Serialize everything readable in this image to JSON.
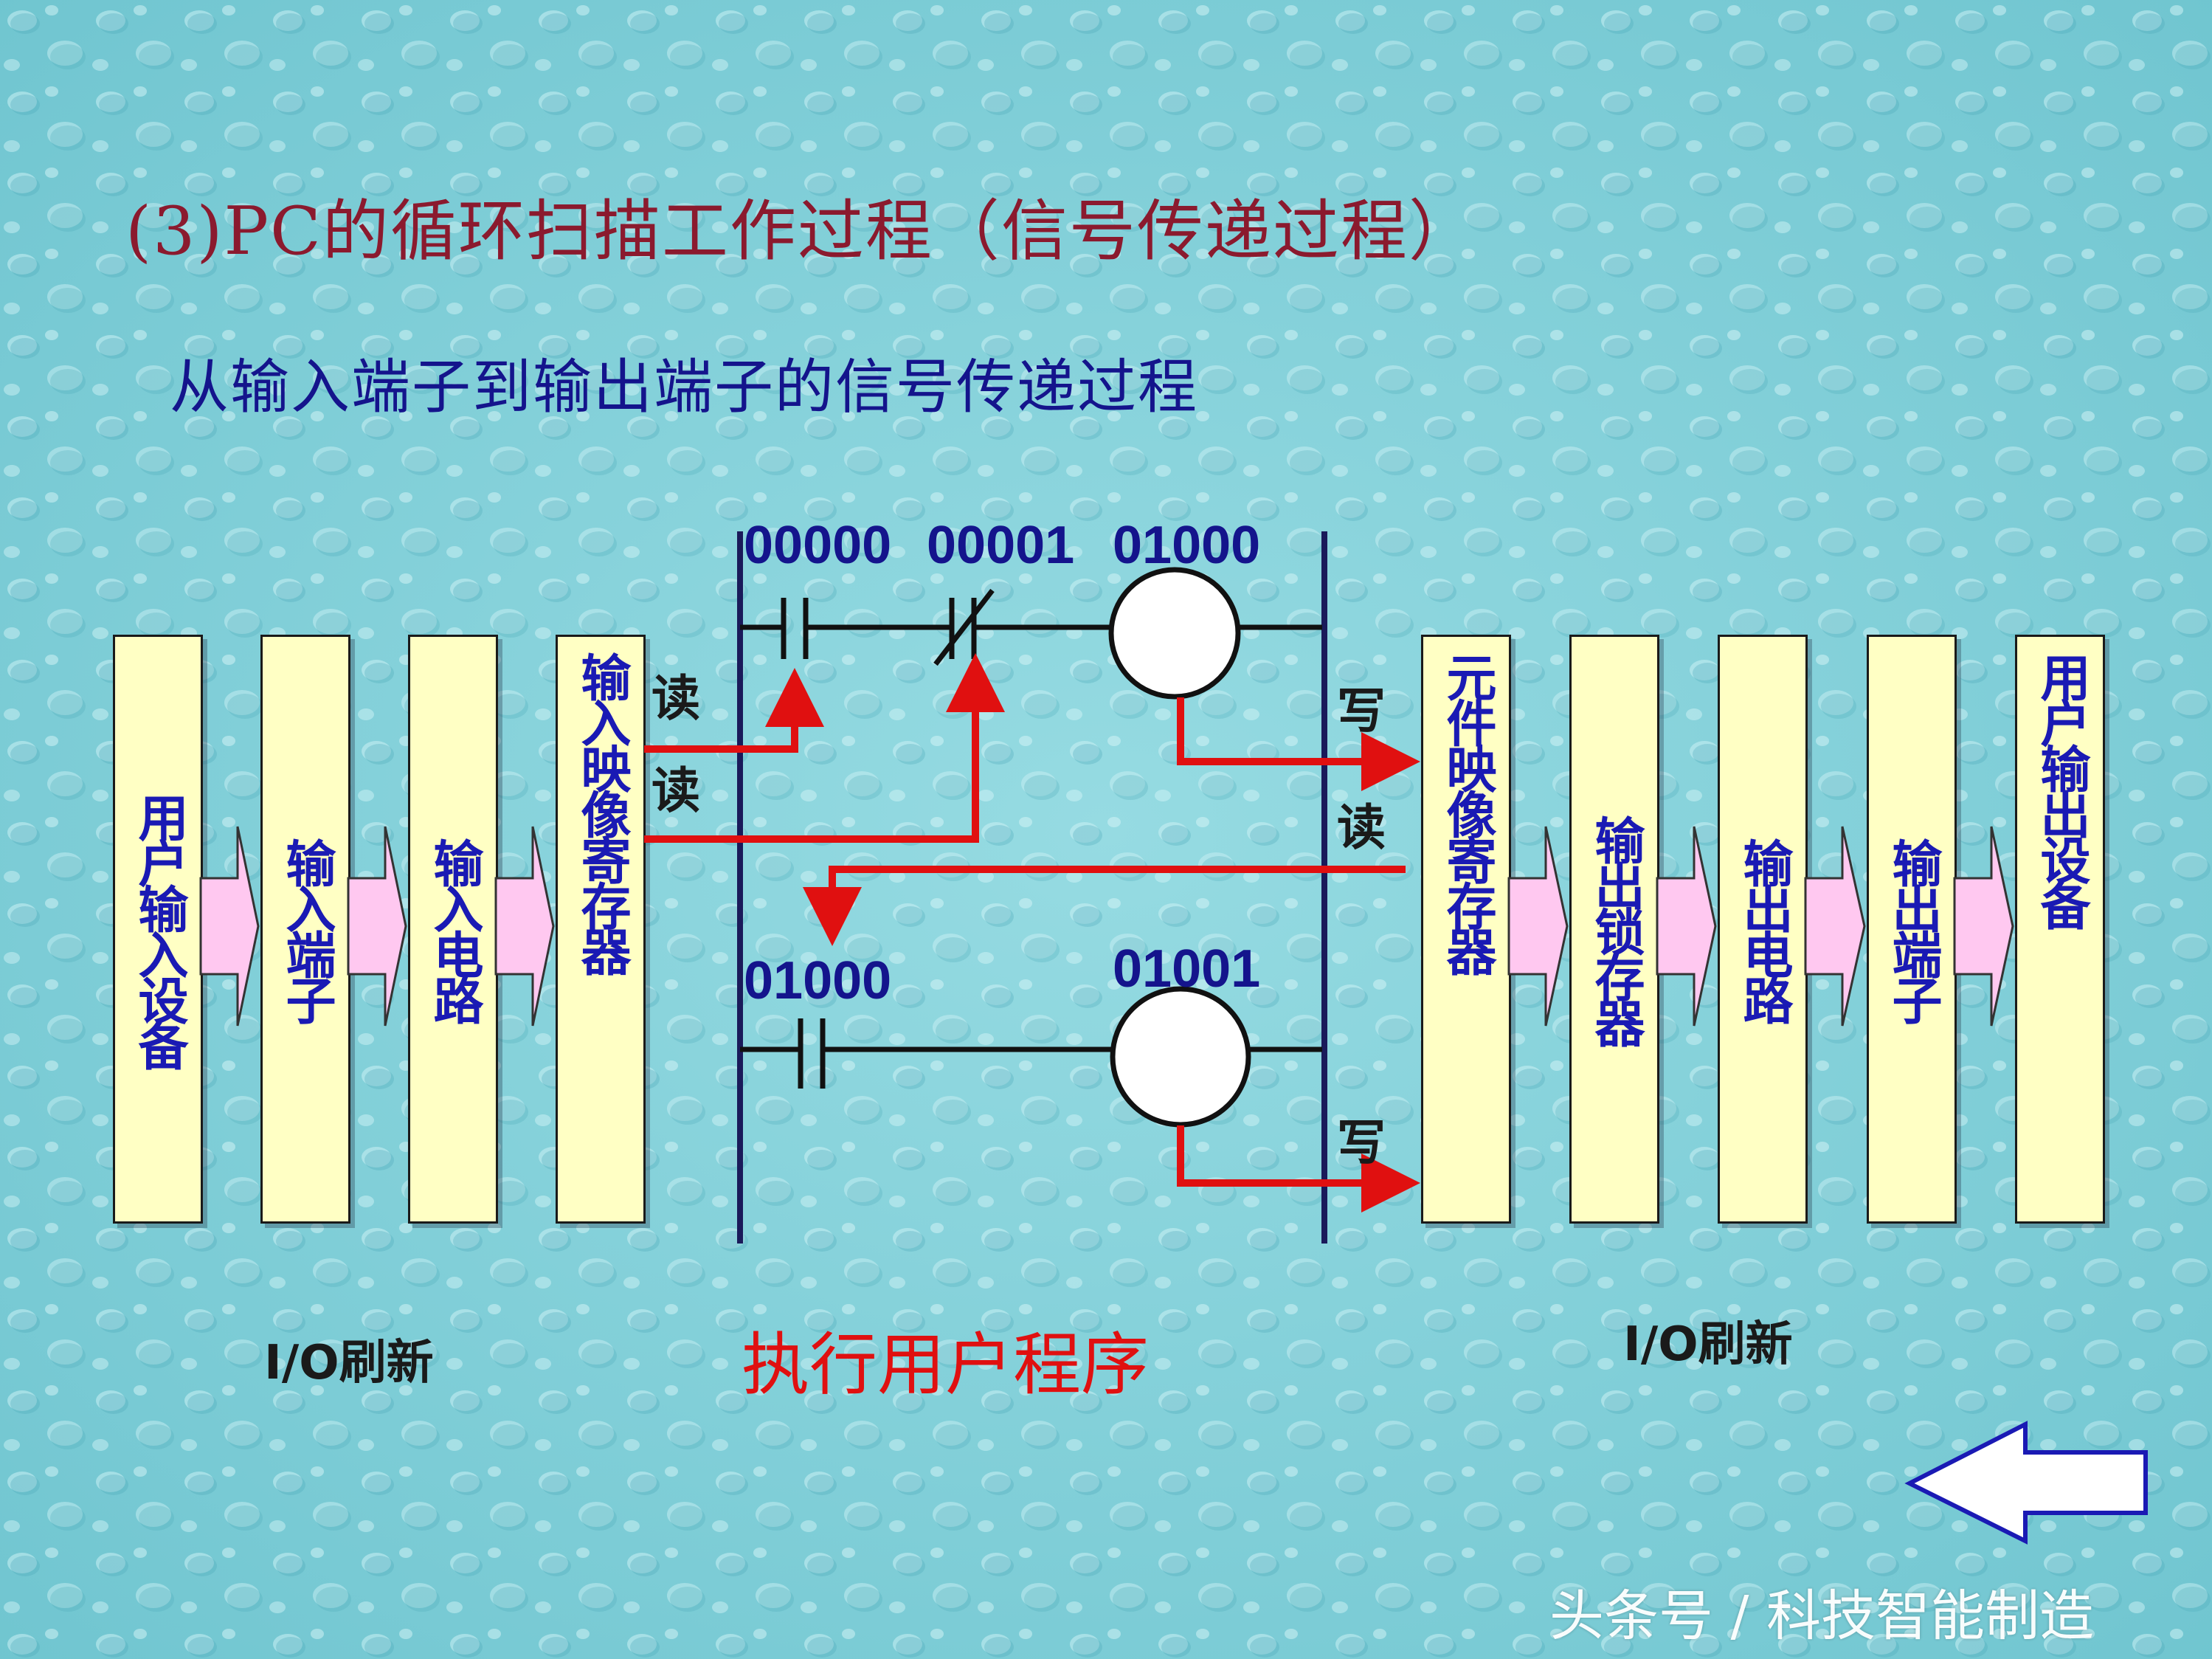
{
  "title": "(3)PC的循环扫描工作过程（信号传递过程）",
  "subtitle": "从输入端子到输出端子的信号传递过程",
  "boxes": [
    {
      "text": "用户输入设备"
    },
    {
      "text": "输入端子"
    },
    {
      "text": "输入电路"
    },
    {
      "text": "输入映像寄存器"
    },
    {
      "text": "元件映像寄存器"
    },
    {
      "text": "输出锁存器"
    },
    {
      "text": "输出电路"
    },
    {
      "text": "输出端子"
    },
    {
      "text": "用户输出设备"
    }
  ],
  "ladder": {
    "contact1": "00000",
    "contact2": "00001",
    "coil1": "01000",
    "contact3": "01000",
    "coil2": "01001"
  },
  "read_write": {
    "read_1": "读",
    "read_2": "读",
    "write_1": "写",
    "read_3": "读",
    "write_2": "写"
  },
  "exec_label": "执行用户程序",
  "io_left": "I/O刷新",
  "io_right": "I/O刷新",
  "watermark": "头条号 / 科技智能制造",
  "colors": {
    "background": "#7ecfd8",
    "box_fill": "#ffffc4",
    "box_text": "#1a1ab4",
    "arrow_fill": "#ffc8f0",
    "signal_line": "#e01010",
    "title": "#8b1a2e",
    "label": "#14148c"
  },
  "icons": {
    "back_arrow": "left-arrow-icon"
  }
}
